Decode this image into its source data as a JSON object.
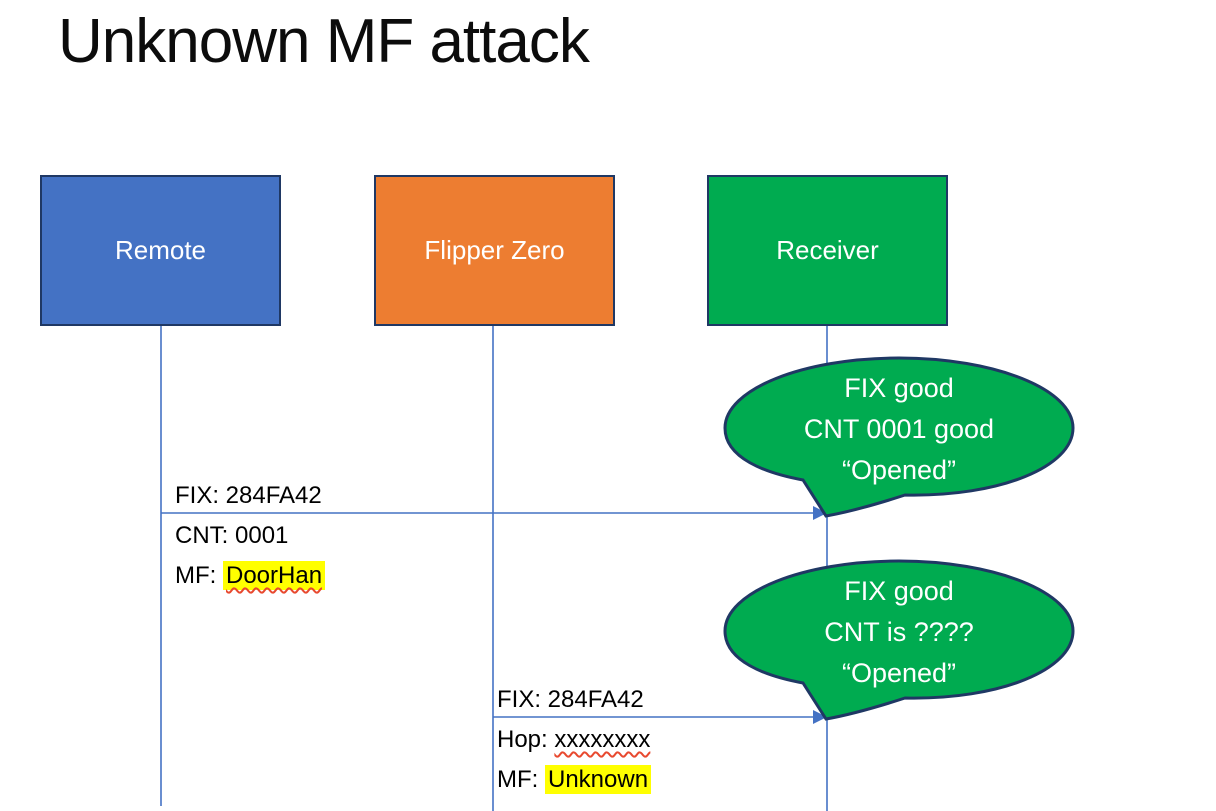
{
  "title": "Unknown MF attack",
  "actors": [
    {
      "label": "Remote",
      "color": "#4472C4"
    },
    {
      "label": "Flipper Zero",
      "color": "#ED7D31"
    },
    {
      "label": "Receiver",
      "color": "#00AB50"
    }
  ],
  "message1": {
    "from": "Remote",
    "to": "Receiver",
    "above": "FIX: 284FA42",
    "line2": "CNT: 0001",
    "line3_prefix": "MF: ",
    "line3_value": "DoorHan"
  },
  "message2": {
    "from": "Flipper Zero",
    "to": "Receiver",
    "above": "FIX: 284FA42",
    "line2_prefix": "Hop: ",
    "line2_value": "xxxxxxxx",
    "line3_prefix": "MF: ",
    "line3_value": "Unknown"
  },
  "bubble1": {
    "lines": [
      "FIX good",
      "CNT 0001 good",
      "“Opened”"
    ]
  },
  "bubble2": {
    "lines": [
      "FIX good",
      "CNT is ????",
      "“Opened”"
    ]
  },
  "colors": {
    "accent-blue": "#4472C4",
    "accent-orange": "#ED7D31",
    "accent-green": "#00AB50",
    "border-navy": "#1F3864",
    "highlight-yellow": "#FFFF00",
    "squiggle-red": "#E8492F"
  }
}
